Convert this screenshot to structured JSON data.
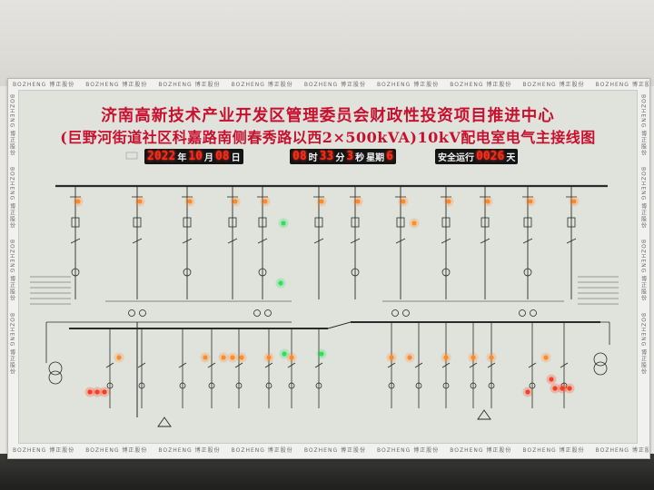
{
  "title": {
    "line1": "济南高新技术产业开发区管理委员会财政性投资项目推进中心",
    "line2": "(巨野河街道社区科嘉路南侧春秀路以西2×500kVA)10kV配电室电气主接线图"
  },
  "date_display": {
    "year": "2022",
    "year_unit": "年",
    "month": "10",
    "month_unit": "月",
    "day": "08",
    "day_unit": "日"
  },
  "time_display": {
    "hour": "08",
    "hour_unit": "时",
    "minute": "33",
    "minute_unit": "分",
    "second": "3",
    "second_unit": "秒",
    "weekday_label": "星期",
    "weekday": "6"
  },
  "safety_display": {
    "label": "安全运行",
    "days": "0026",
    "days_unit": "天"
  },
  "brand_tape": "BOZHENG 博正股份",
  "colors": {
    "board": "#dfe3dc",
    "line": "#2a2a2a",
    "title_red": "#c8102e",
    "lamp_red": "#ff3b1f",
    "lamp_orange": "#ff8a2a",
    "lamp_green": "#2fe05a"
  },
  "lamps": {
    "orange_count": 24,
    "green_count": 4,
    "red_count": 8
  }
}
